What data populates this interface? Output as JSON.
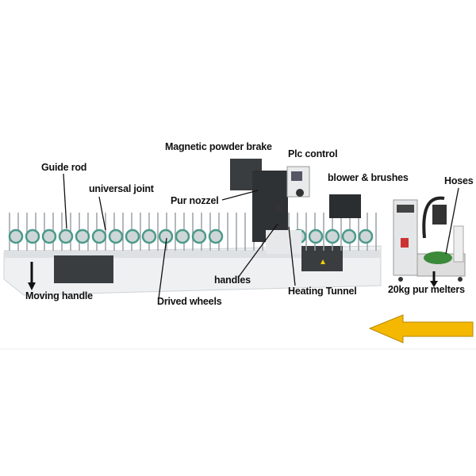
{
  "labels": {
    "magnetic_powder_brake": "Magnetic powder brake",
    "plc_control": "Plc control",
    "guide_rod": "Guide rod",
    "universal_joint": "universal joint",
    "pur_nozzel": "Pur nozzel",
    "blower_brushes": "blower & brushes",
    "hoses": "Hoses",
    "handles": "handles",
    "heating_tunnel": "Heating Tunnel",
    "pur_melters": "20kg pur melters",
    "moving_handle": "Moving handle",
    "drived_wheels": "Drived wheels"
  },
  "colors": {
    "arrow": "#f5b800",
    "machine_body": "#eef0f2",
    "panel": "#3a3d40",
    "wheel": "#4a9a8a"
  },
  "direction_arrow": "left"
}
